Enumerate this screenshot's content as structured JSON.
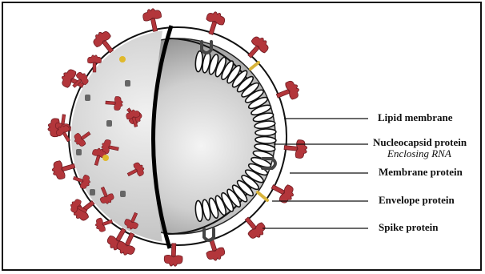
{
  "labels": {
    "lipid_membrane": "Lipid membrane",
    "nucleocapsid_protein": "Nucleocapsid protein",
    "enclosing_rna": "Enclosing RNA",
    "membrane_protein": "Membrane protein",
    "envelope_protein": "Envelope protein",
    "spike_protein": "Spike protein"
  },
  "colors": {
    "spike": "#b3363b",
    "spike_dark": "#6e1a20",
    "envelope_protein": "#d8b33a",
    "membrane_protein": "#7a7a7a",
    "surface": "#d6d6d6",
    "interior": "#bdbdbd"
  }
}
